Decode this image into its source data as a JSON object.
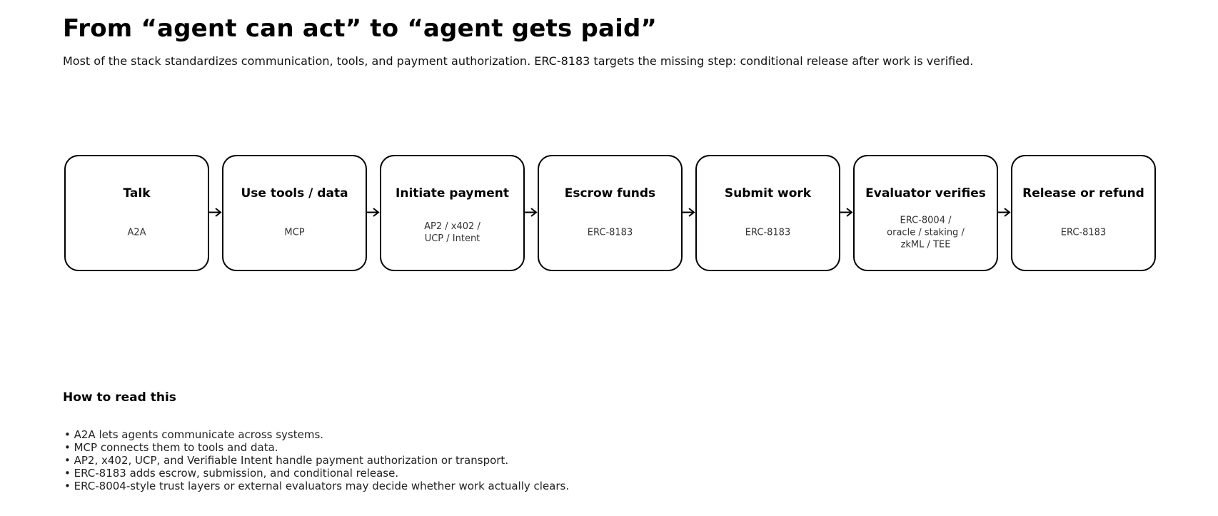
{
  "page": {
    "title": "From “agent can act” to “agent gets paid”",
    "subtitle": "Most of the stack standardizes communication, tools, and payment authorization. ERC-8183 targets the missing step: conditional release after work is verified."
  },
  "flow": {
    "steps": [
      {
        "title": "Talk",
        "detail": "A2A"
      },
      {
        "title": "Use tools / data",
        "detail": "MCP"
      },
      {
        "title": "Initiate payment",
        "detail": "AP2 / x402 /\nUCP / Intent"
      },
      {
        "title": "Escrow funds",
        "detail": "ERC-8183"
      },
      {
        "title": "Submit work",
        "detail": "ERC-8183"
      },
      {
        "title": "Evaluator verifies",
        "detail": "ERC-8004 /\noracle / staking /\nzkML / TEE"
      },
      {
        "title": "Release or refund",
        "detail": "ERC-8183"
      }
    ],
    "arrow_icon": "arrow-right-icon"
  },
  "legend": {
    "heading": "How to read this",
    "bullets": [
      "• A2A lets agents communicate across systems.",
      "• MCP connects them to tools and data.",
      "• AP2, x402, UCP, and Verifiable Intent handle payment authorization or transport.",
      "• ERC-8183 adds escrow, submission, and conditional release.",
      "• ERC-8004-style trust layers or external evaluators may decide whether work actually clears."
    ]
  },
  "colors": {
    "background": "#ffffff",
    "box_border": "#000000",
    "title_text": "#000000",
    "detail_text": "#333333",
    "legend_text": "#222222"
  }
}
